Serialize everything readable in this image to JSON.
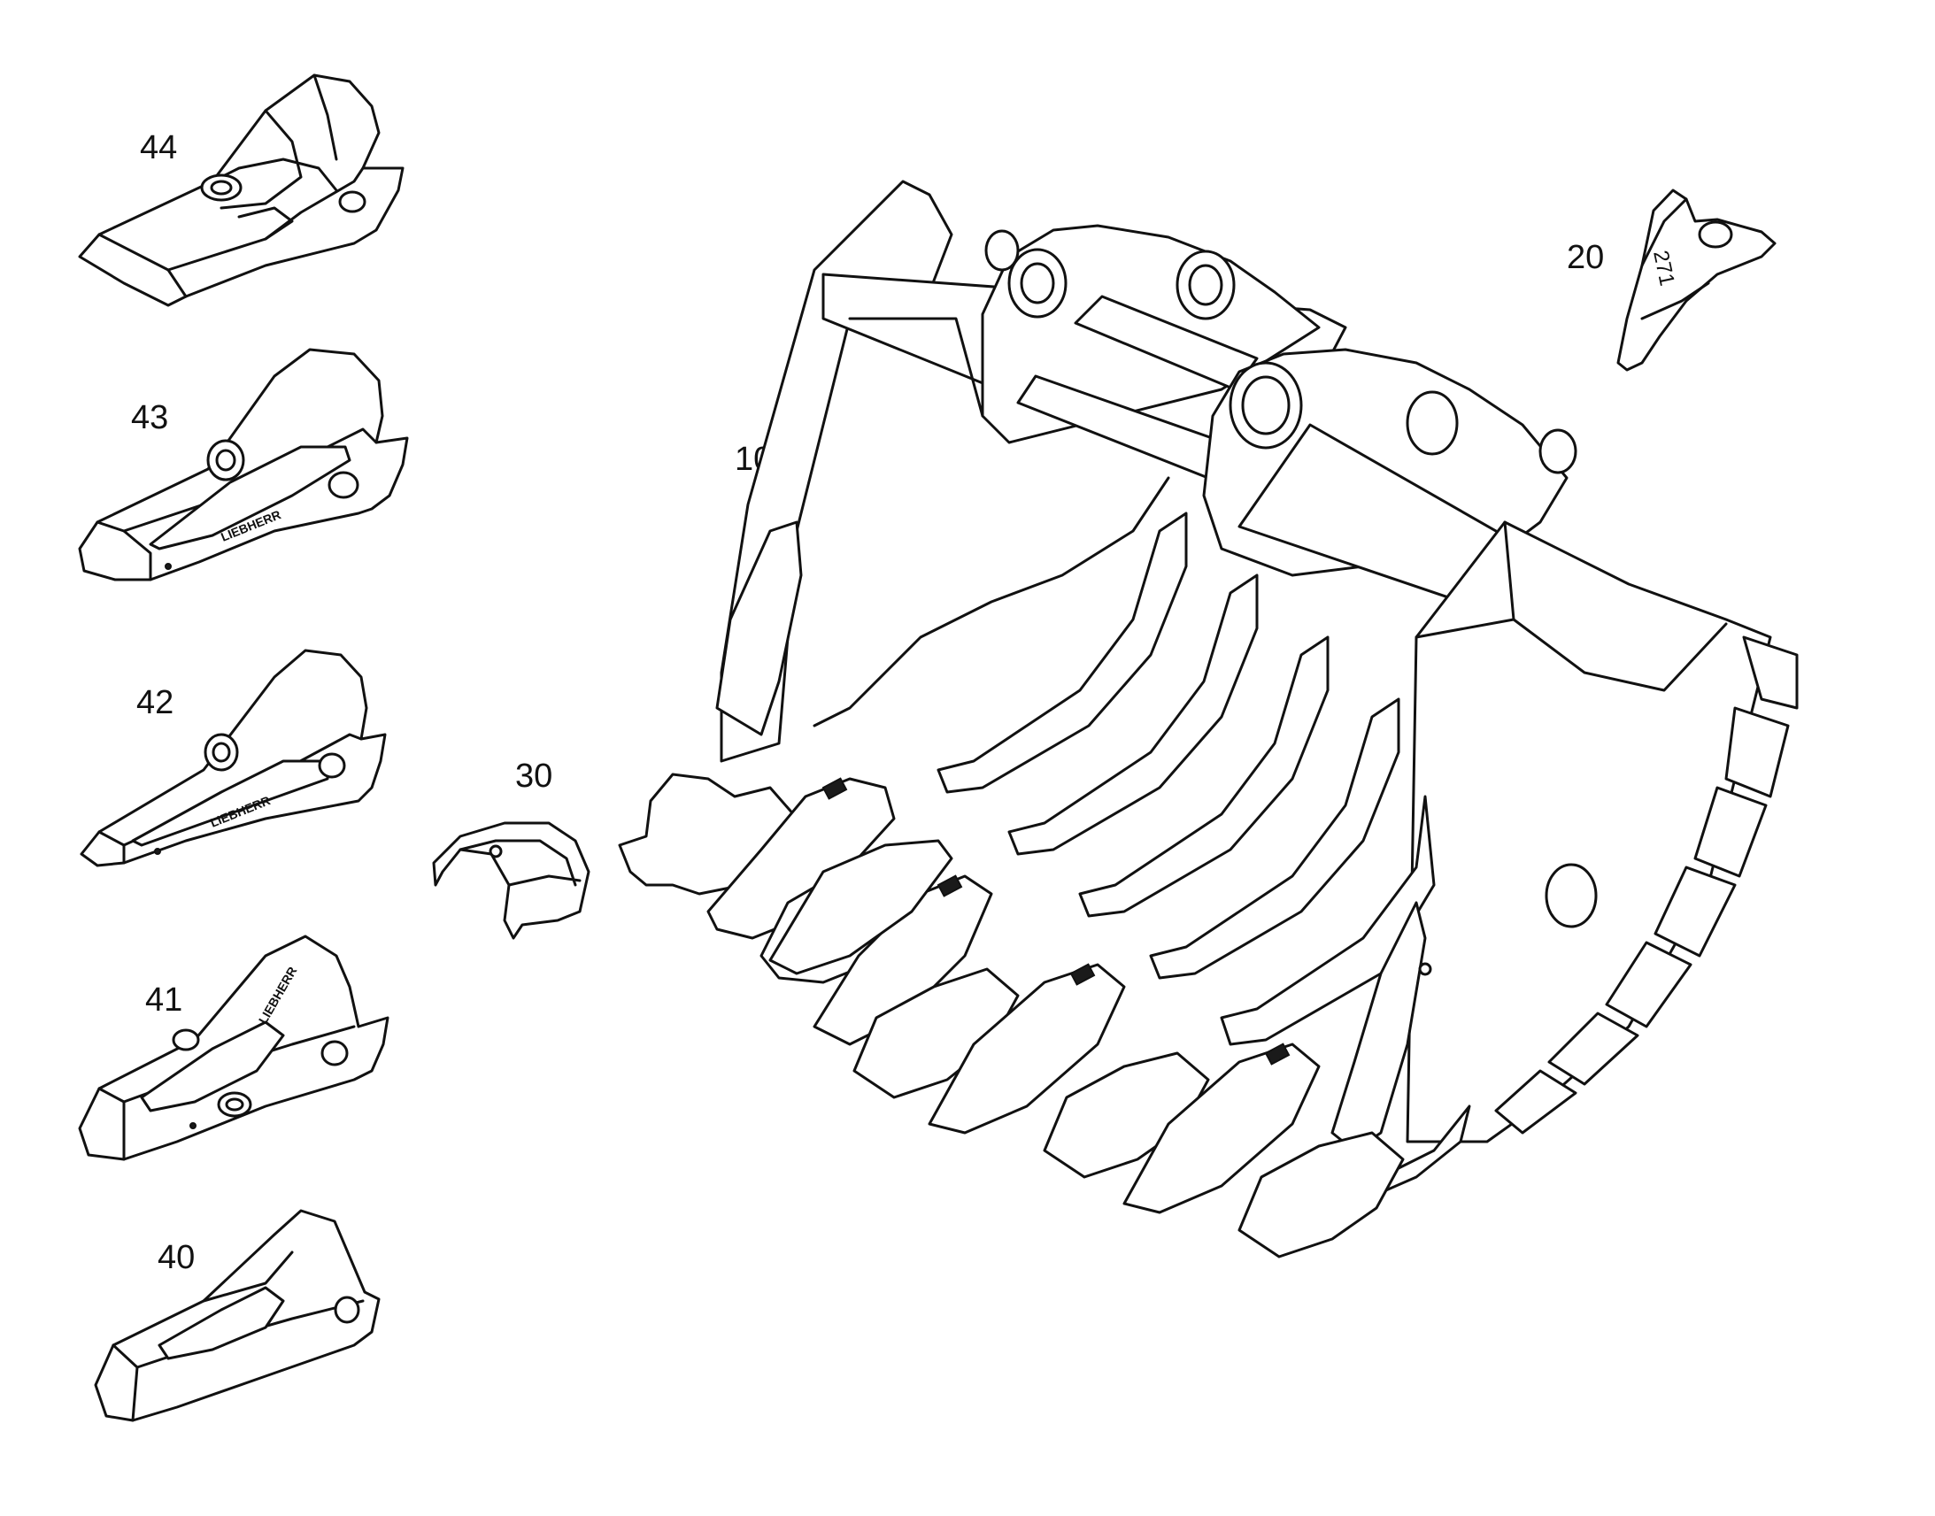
{
  "parts": [
    {
      "id": "part-44",
      "label": "44",
      "type": "tooth"
    },
    {
      "id": "part-43",
      "label": "43",
      "type": "tooth"
    },
    {
      "id": "part-42",
      "label": "42",
      "type": "tooth"
    },
    {
      "id": "part-41",
      "label": "41",
      "type": "tooth"
    },
    {
      "id": "part-40",
      "label": "40",
      "type": "tooth"
    },
    {
      "id": "part-30",
      "label": "30",
      "type": "lip-protector"
    },
    {
      "id": "part-10",
      "label": "10",
      "type": "bucket"
    },
    {
      "id": "part-20",
      "label": "20",
      "type": "side-cutter"
    }
  ],
  "markings": {
    "brand": "LIEBHERR",
    "side_cutter_code": "271"
  },
  "colors": {
    "line": "#111111",
    "background": "#ffffff"
  }
}
